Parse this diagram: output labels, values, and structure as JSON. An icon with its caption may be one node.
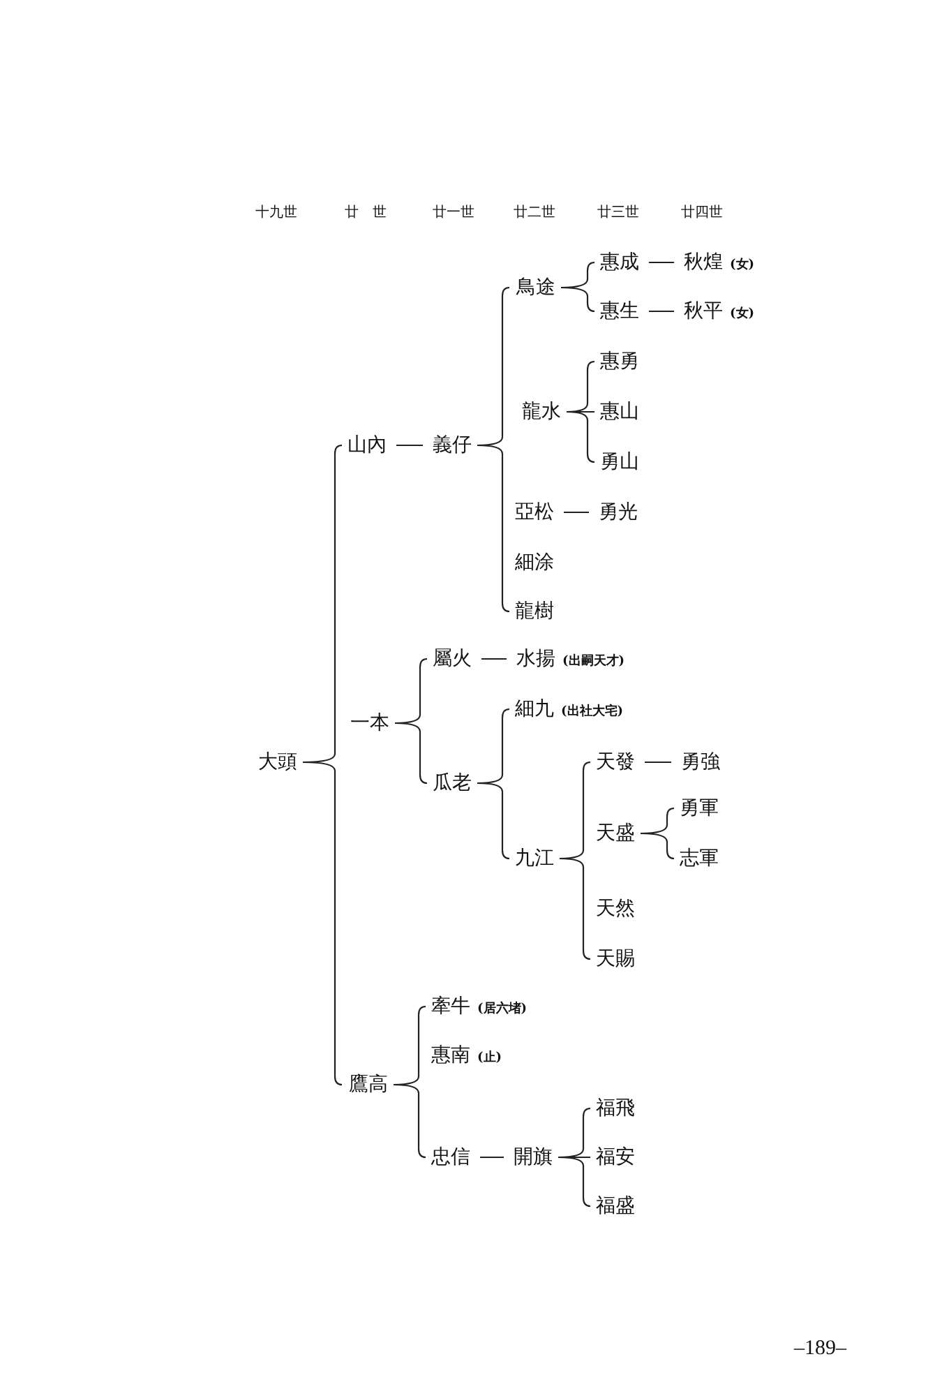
{
  "diagram": {
    "nodes": [
      {
        "text": [
          "大頭"
        ]
      },
      {
        "text": [
          "山內"
        ]
      },
      {
        "text": [
          "義仔"
        ]
      },
      {
        "text": [
          "鳥途"
        ]
      },
      {
        "text": [
          "惠成"
        ]
      },
      {
        "text": [
          "秋煌"
        ],
        "beside": [
          "(女)"
        ]
      },
      {
        "text": [
          "惠生"
        ]
      },
      {
        "text": [
          "秋平"
        ],
        "beside": [
          "(女)"
        ]
      },
      {
        "text": [
          "龍水"
        ]
      },
      {
        "text": [
          "惠勇"
        ]
      },
      {
        "text": [
          "惠山"
        ]
      },
      {
        "text": [
          "勇山"
        ]
      },
      {
        "text": [
          "亞松"
        ]
      },
      {
        "text": [
          "勇光"
        ]
      },
      {
        "text": [
          "細涂"
        ]
      },
      {
        "text": [
          "龍樹"
        ]
      },
      {
        "text": [
          "一本"
        ]
      },
      {
        "text": [
          "屬火"
        ]
      },
      {
        "text": [
          "水揚"
        ],
        "beside": [
          "(出嗣天才)"
        ]
      },
      {
        "text": [
          "瓜老"
        ]
      },
      {
        "text": [
          "細九"
        ],
        "beside": [
          "(出社大宅)"
        ]
      },
      {
        "text": [
          "九江"
        ]
      },
      {
        "text": [
          "天發"
        ]
      },
      {
        "text": [
          "勇強"
        ]
      },
      {
        "text": [
          "天盛"
        ]
      },
      {
        "text": [
          "勇軍"
        ]
      },
      {
        "text": [
          "志軍"
        ]
      },
      {
        "text": [
          "天然"
        ]
      },
      {
        "text": [
          "天賜"
        ]
      },
      {
        "text": [
          "鷹高"
        ]
      },
      {
        "text": [
          "牽牛"
        ],
        "beside": [
          "(居六堵)"
        ]
      },
      {
        "text": [
          "惠南"
        ],
        "beside": [
          "(止)"
        ]
      },
      {
        "text": [
          "忠信"
        ]
      },
      {
        "text": [
          "開旗"
        ]
      },
      {
        "text": [
          "福飛"
        ]
      },
      {
        "text": [
          "福安"
        ]
      },
      {
        "text": [
          "福盛"
        ]
      }
    ],
    "edges": [
      {
        "from": 0,
        "to": 1,
        "arrow": "none"
      },
      {
        "from": 0,
        "to": 16,
        "arrow": "none"
      },
      {
        "from": 0,
        "to": 29,
        "arrow": "none"
      },
      {
        "from": 1,
        "to": 2,
        "arrow": "none"
      },
      {
        "from": 2,
        "to": 3,
        "arrow": "none"
      },
      {
        "from": 2,
        "to": 8,
        "arrow": "none"
      },
      {
        "from": 2,
        "to": 12,
        "arrow": "none"
      },
      {
        "from": 2,
        "to": 14,
        "arrow": "none"
      },
      {
        "from": 2,
        "to": 15,
        "arrow": "none"
      },
      {
        "from": 3,
        "to": 4,
        "arrow": "none"
      },
      {
        "from": 3,
        "to": 6,
        "arrow": "none"
      },
      {
        "from": 4,
        "to": 5,
        "arrow": "none"
      },
      {
        "from": 6,
        "to": 7,
        "arrow": "none"
      },
      {
        "from": 8,
        "to": 9,
        "arrow": "none"
      },
      {
        "from": 8,
        "to": 10,
        "arrow": "none"
      },
      {
        "from": 8,
        "to": 11,
        "arrow": "none"
      },
      {
        "from": 12,
        "to": 13,
        "arrow": "none"
      },
      {
        "from": 16,
        "to": 17,
        "arrow": "none"
      },
      {
        "from": 16,
        "to": 19,
        "arrow": "none"
      },
      {
        "from": 17,
        "to": 18,
        "arrow": "none"
      },
      {
        "from": 19,
        "to": 20,
        "arrow": "none"
      },
      {
        "from": 19,
        "to": 21,
        "arrow": "none"
      },
      {
        "from": 21,
        "to": 22,
        "arrow": "none"
      },
      {
        "from": 21,
        "to": 24,
        "arrow": "none"
      },
      {
        "from": 21,
        "to": 27,
        "arrow": "none"
      },
      {
        "from": 21,
        "to": 28,
        "arrow": "none"
      },
      {
        "from": 22,
        "to": 23,
        "arrow": "none"
      },
      {
        "from": 24,
        "to": 25,
        "arrow": "none"
      },
      {
        "from": 24,
        "to": 26,
        "arrow": "none"
      },
      {
        "from": 29,
        "to": 30,
        "arrow": "none"
      },
      {
        "from": 29,
        "to": 31,
        "arrow": "none"
      },
      {
        "from": 29,
        "to": 32,
        "arrow": "none"
      },
      {
        "from": 32,
        "to": 33,
        "arrow": "none"
      },
      {
        "from": 33,
        "to": 34,
        "arrow": "none"
      },
      {
        "from": 33,
        "to": 35,
        "arrow": "none"
      },
      {
        "from": 33,
        "to": 36,
        "arrow": "none"
      }
    ],
    "labels": [
      "十九世",
      "廿　世",
      "廿一世",
      "廿二世",
      "廿三世",
      "廿四世",
      "–189–"
    ]
  }
}
